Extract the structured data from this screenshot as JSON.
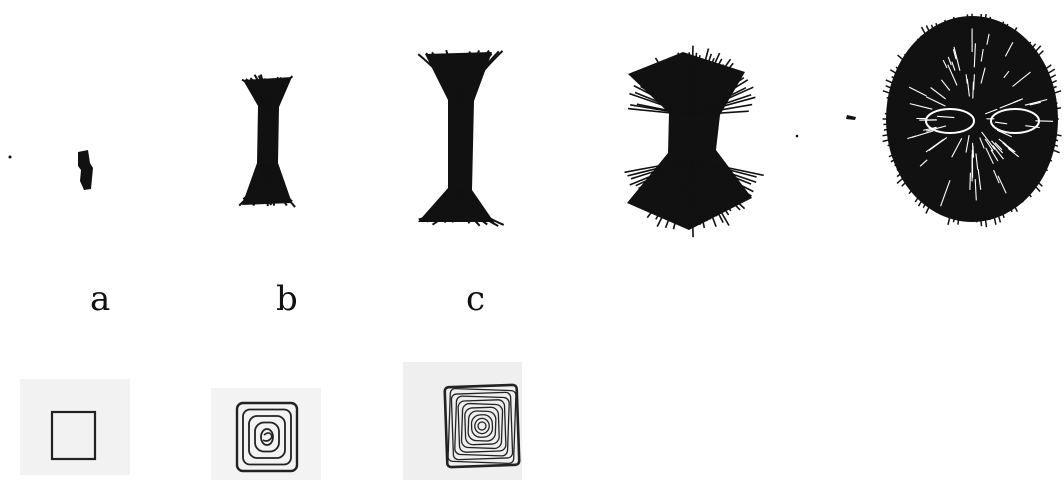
{
  "labels": {
    "a": "a",
    "b": "b",
    "c": "c"
  },
  "colors": {
    "ink": "#111111",
    "paper": "#ffffff",
    "panel_fill": "#f3f3f3"
  }
}
